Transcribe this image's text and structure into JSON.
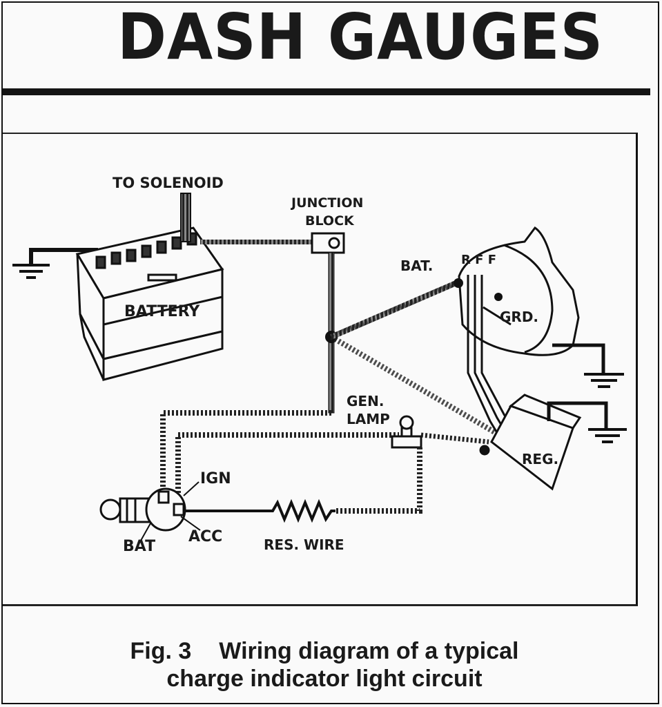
{
  "header": {
    "title": "DASH GAUGES"
  },
  "diagram": {
    "labels": {
      "to_solenoid": "TO SOLENOID",
      "junction_block_1": "JUNCTION",
      "junction_block_2": "BLOCK",
      "battery": "BATTERY",
      "alt_bat": "BAT.",
      "alt_rff": "R F F",
      "grd": "GRD.",
      "gen_lamp_1": "GEN.",
      "gen_lamp_2": "LAMP",
      "reg": "REG.",
      "ign": "IGN",
      "acc": "ACC",
      "bat": "BAT",
      "res_wire": "RES. WIRE"
    }
  },
  "caption": {
    "figure": "Fig. 3",
    "line1": "Wiring diagram of a typical",
    "line2": "charge indicator light circuit"
  }
}
